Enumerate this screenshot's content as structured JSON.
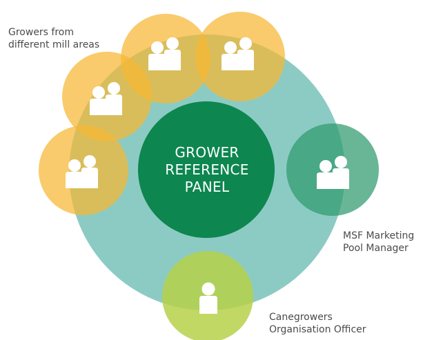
{
  "centre": {
    "line1": "GROWER",
    "line2": "REFERENCE",
    "line3": "PANEL"
  },
  "labels": {
    "growers": {
      "line1": "Growers from",
      "line2": "different mill areas"
    },
    "msf": {
      "line1": "MSF Marketing",
      "line2": "Pool Manager"
    },
    "canegrowers": {
      "line1": "Canegrowers",
      "line2": "Organisation Officer"
    }
  },
  "colors": {
    "outer_ring": "#8ccbc3",
    "centre": "#0d8650",
    "grower_circle": "#f6b733",
    "msf_circle": "#2f9a6e",
    "cane_circle": "#b6d14a",
    "label_text": "#4a4a4a"
  },
  "icons": {
    "grower_group": "two-people-icon",
    "msf": "two-people-icon",
    "canegrowers": "person-icon"
  }
}
